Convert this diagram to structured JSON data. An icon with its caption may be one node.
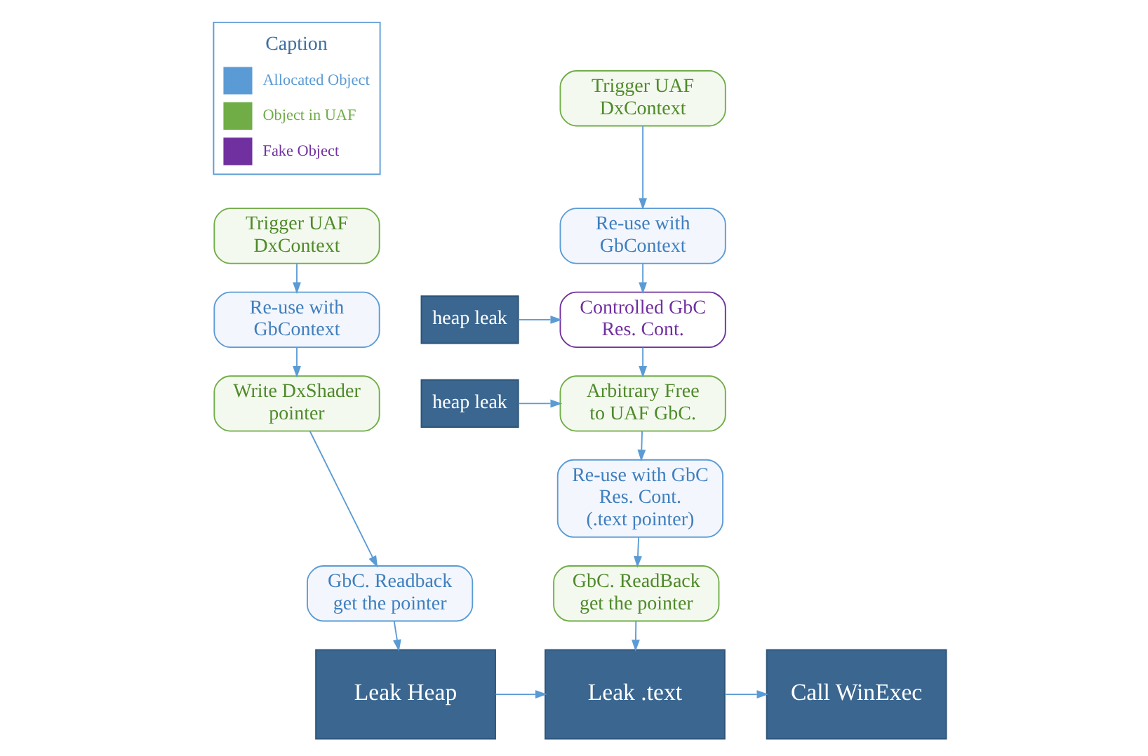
{
  "diagram": {
    "nodes": [
      {
        "text": [
          "Trigger UAF DxContext"
        ]
      },
      {
        "text": [
          "Re-use with GbContext"
        ]
      },
      {
        "text": [
          "Write DxShader pointer"
        ]
      },
      {
        "text": [
          "GbC. Readback get the pointer"
        ]
      },
      {
        "text": [
          "Leak Heap"
        ]
      },
      {
        "text": [
          "Trigger UAF DxContext"
        ]
      },
      {
        "text": [
          "Re-use with GbContext"
        ]
      },
      {
        "text": [
          "heap leak"
        ]
      },
      {
        "text": [
          "Controlled GbC Res. Cont."
        ]
      },
      {
        "text": [
          "heap leak"
        ]
      },
      {
        "text": [
          "Arbitrary Free to UAF GbC."
        ]
      },
      {
        "text": [
          "Re-use with GbC Res. Cont. (.text pointer)"
        ]
      },
      {
        "text": [
          "GbC. ReadBack get the pointer"
        ]
      },
      {
        "text": [
          "Leak .text"
        ]
      },
      {
        "text": [
          "Call WinExec"
        ]
      }
    ],
    "edges": [
      {
        "from": 0,
        "to": 1,
        "arrow": "to"
      },
      {
        "from": 1,
        "to": 2,
        "arrow": "to"
      },
      {
        "from": 2,
        "to": 3,
        "arrow": "to"
      },
      {
        "from": 3,
        "to": 4,
        "arrow": "to"
      },
      {
        "from": 5,
        "to": 6,
        "arrow": "to"
      },
      {
        "from": 6,
        "to": 8,
        "arrow": "to"
      },
      {
        "from": 7,
        "to": 8,
        "arrow": "to"
      },
      {
        "from": 8,
        "to": 10,
        "arrow": "to"
      },
      {
        "from": 9,
        "to": 10,
        "arrow": "to"
      },
      {
        "from": 10,
        "to": 11,
        "arrow": "to"
      },
      {
        "from": 11,
        "to": 12,
        "arrow": "to"
      },
      {
        "from": 12,
        "to": 13,
        "arrow": "to"
      },
      {
        "from": 4,
        "to": 13,
        "arrow": "to"
      },
      {
        "from": 13,
        "to": 14,
        "arrow": "to"
      }
    ],
    "labels": [
      "Caption"
    ],
    "legend": [
      {
        "text": "Allocated Object",
        "color": "#5b9bd5"
      },
      {
        "text": "Object in UAF",
        "color": "#70ad47"
      },
      {
        "text": "Fake Object",
        "color": "#7030a0"
      }
    ]
  }
}
